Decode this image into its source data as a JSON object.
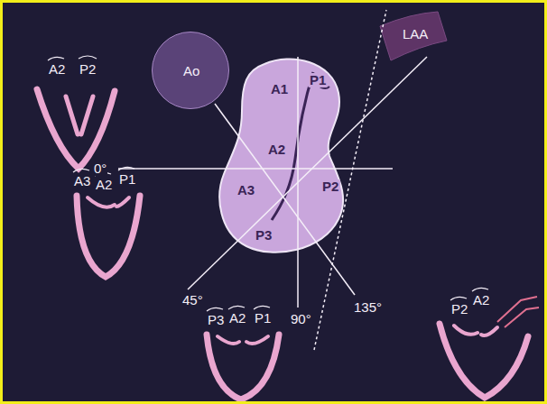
{
  "diagram": {
    "nodes": [
      {
        "text": [
          "Ao"
        ]
      },
      {
        "text": [
          "LAA"
        ]
      },
      {
        "text": [
          "A1",
          "P1",
          "A2",
          "P2",
          "A3",
          "P3"
        ]
      }
    ],
    "labels": [
      "0°",
      "45°",
      "90°",
      "135°",
      "A2",
      "P2",
      "A3",
      "A2",
      "P1",
      "P3",
      "A2",
      "P1",
      "P2",
      "A2"
    ]
  }
}
